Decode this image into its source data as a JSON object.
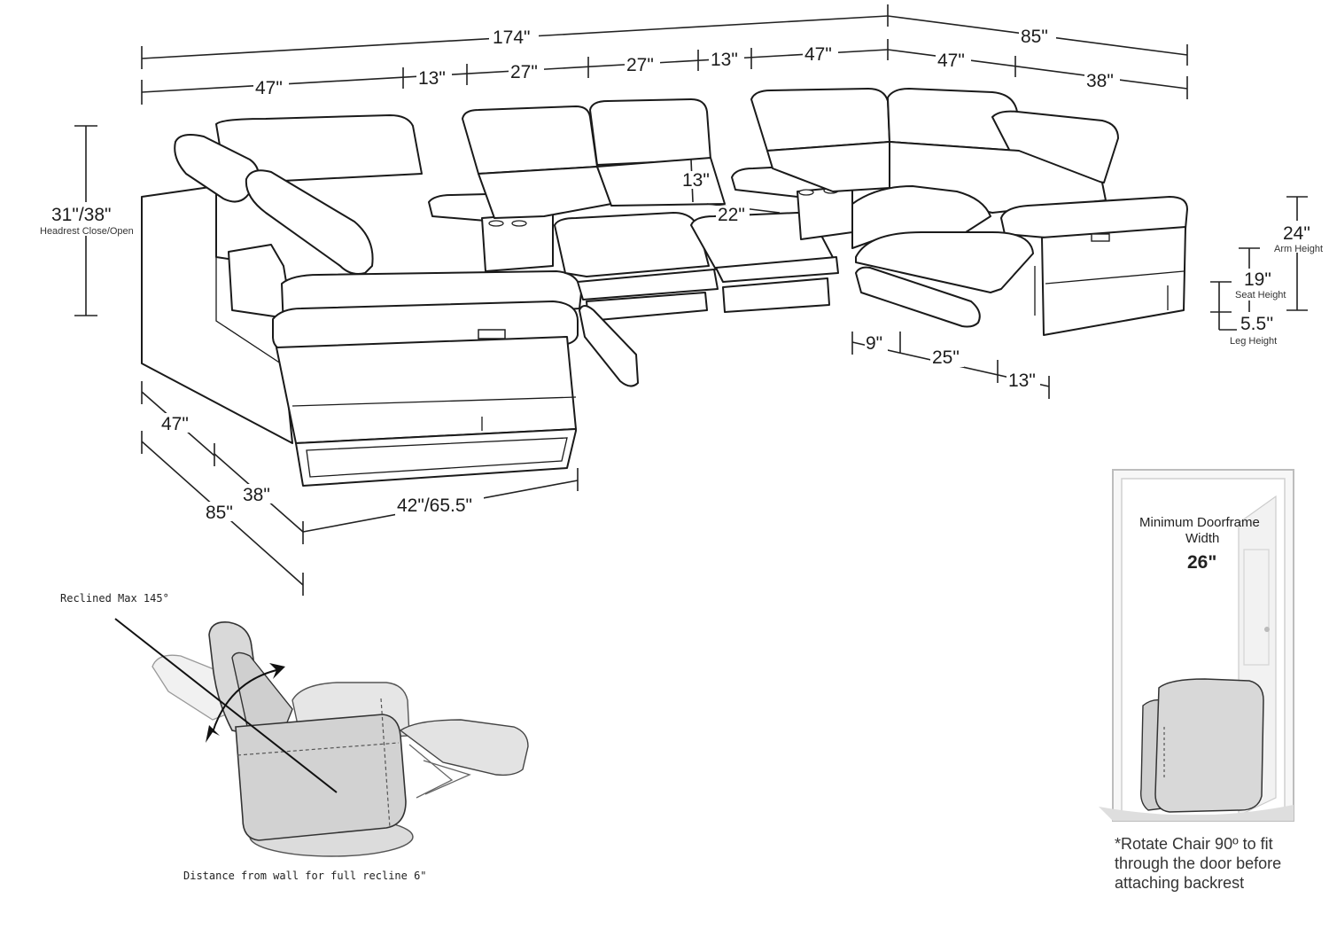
{
  "top_dims": {
    "total_width": "174\"",
    "right_depth": "85\"",
    "seg_47a": "47\"",
    "seg_13a": "13\"",
    "seg_27a": "27\"",
    "seg_27b": "27\"",
    "seg_13b": "13\"",
    "seg_47b": "47\"",
    "seg_47c": "47\"",
    "seg_38": "38\""
  },
  "height_dims": {
    "headrest": "31\"/38\"",
    "headrest_caption": "Headrest Close/Open",
    "arm": "24\"",
    "arm_caption": "Arm Height",
    "seat": "19\"",
    "seat_caption": "Seat Height",
    "leg": "5.5''",
    "leg_caption": "Leg Height"
  },
  "seat_dims": {
    "back_13": "13\"",
    "seat_22": "22\""
  },
  "footrest_dims": {
    "d9": "9\"",
    "d25": "25\"",
    "d13": "13\""
  },
  "left_dims": {
    "d47": "47\"",
    "d38": "38\"",
    "d85": "85\"",
    "recline": "42\"/65.5\""
  },
  "recliner": {
    "title": "Reclined Max 145°",
    "distance_note": "Distance from wall for full recline 6\""
  },
  "doorframe": {
    "title_line1": "Minimum Doorframe",
    "title_line2": "Width",
    "width": "26\"",
    "note_line1": "*Rotate Chair 90º to fit",
    "note_line2": "through the door before",
    "note_line3": "attaching backrest"
  }
}
